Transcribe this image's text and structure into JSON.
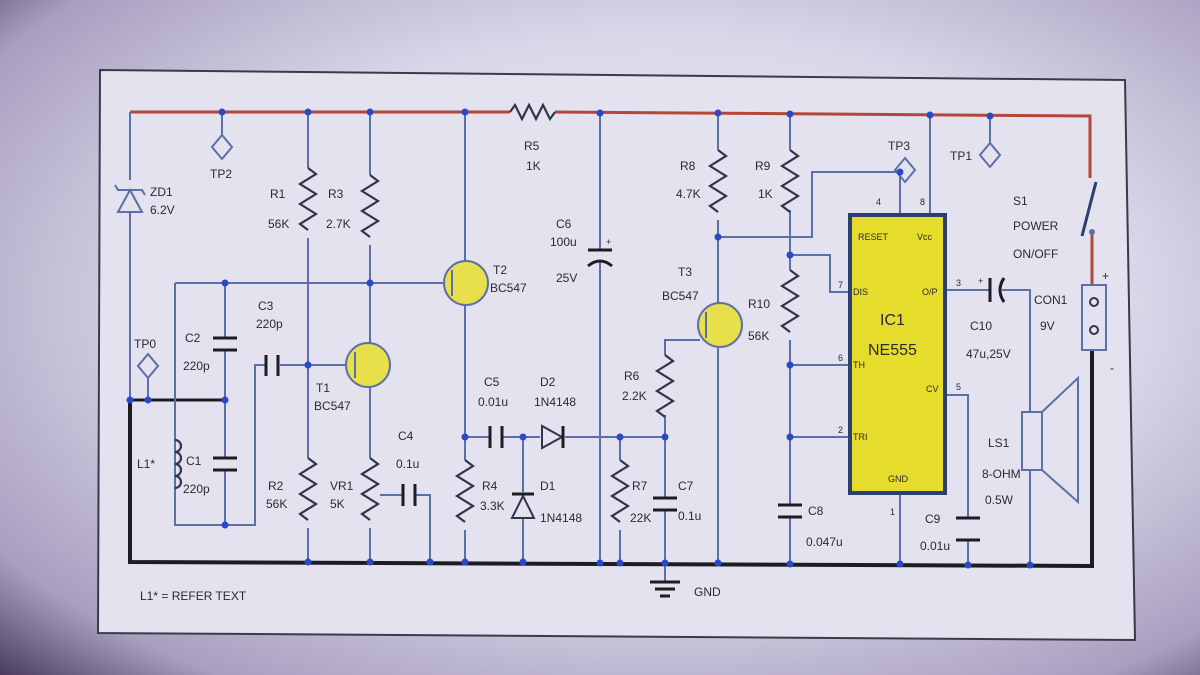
{
  "components": {
    "ZD1": {
      "ref": "ZD1",
      "value": "6.2V"
    },
    "TP0": {
      "ref": "TP0"
    },
    "TP1": {
      "ref": "TP1"
    },
    "TP2": {
      "ref": "TP2"
    },
    "TP3": {
      "ref": "TP3"
    },
    "R1": {
      "ref": "R1",
      "value": "56K"
    },
    "R2": {
      "ref": "R2",
      "value": "56K"
    },
    "R3": {
      "ref": "R3",
      "value": "2.7K"
    },
    "R4": {
      "ref": "R4",
      "value": "3.3K"
    },
    "R5": {
      "ref": "R5",
      "value": "1K"
    },
    "R6": {
      "ref": "R6",
      "value": "2.2K"
    },
    "R7": {
      "ref": "R7",
      "value": "22K"
    },
    "R8": {
      "ref": "R8",
      "value": "4.7K"
    },
    "R9": {
      "ref": "R9",
      "value": "1K"
    },
    "R10": {
      "ref": "R10",
      "value": "56K"
    },
    "VR1": {
      "ref": "VR1",
      "value": "5K"
    },
    "C1": {
      "ref": "C1",
      "value": "220p"
    },
    "C2": {
      "ref": "C2",
      "value": "220p"
    },
    "C3": {
      "ref": "C3",
      "value": "220p"
    },
    "C4": {
      "ref": "C4",
      "value": "0.1u"
    },
    "C5": {
      "ref": "C5",
      "value": "0.01u"
    },
    "C6": {
      "ref": "C6",
      "value": "100u",
      "rating": "25V"
    },
    "C7": {
      "ref": "C7",
      "value": "0.1u"
    },
    "C8": {
      "ref": "C8",
      "value": "0.047u"
    },
    "C9": {
      "ref": "C9",
      "value": "0.01u"
    },
    "C10": {
      "ref": "C10",
      "value": "47u,25V"
    },
    "D1": {
      "ref": "D1",
      "value": "1N4148"
    },
    "D2": {
      "ref": "D2",
      "value": "1N4148"
    },
    "T1": {
      "ref": "T1",
      "value": "BC547"
    },
    "T2": {
      "ref": "T2",
      "value": "BC547"
    },
    "T3": {
      "ref": "T3",
      "value": "BC547"
    },
    "L1": {
      "ref": "L1*"
    },
    "IC1": {
      "ref": "IC1",
      "value": "NE555",
      "pins": {
        "reset": "RESET",
        "vcc": "Vcc",
        "dis": "DIS",
        "th": "TH",
        "tri": "TRI",
        "op": "O/P",
        "cv": "CV",
        "gnd": "GND"
      },
      "pin_numbers": {
        "reset": "4",
        "vcc": "8",
        "dis": "7",
        "th": "6",
        "tri": "2",
        "op": "3",
        "cv": "5",
        "gnd": "1"
      }
    },
    "S1": {
      "ref": "S1",
      "line1": "POWER",
      "line2": "ON/OFF"
    },
    "CON1": {
      "ref": "CON1",
      "value": "9V",
      "plus": "+",
      "minus": "-"
    },
    "LS1": {
      "ref": "LS1",
      "value": "8-OHM",
      "rating": "0.5W"
    },
    "C10_polarity": "+",
    "C6_polarity": "+"
  },
  "ground_label": "GND",
  "note": "L1* = REFER TEXT"
}
